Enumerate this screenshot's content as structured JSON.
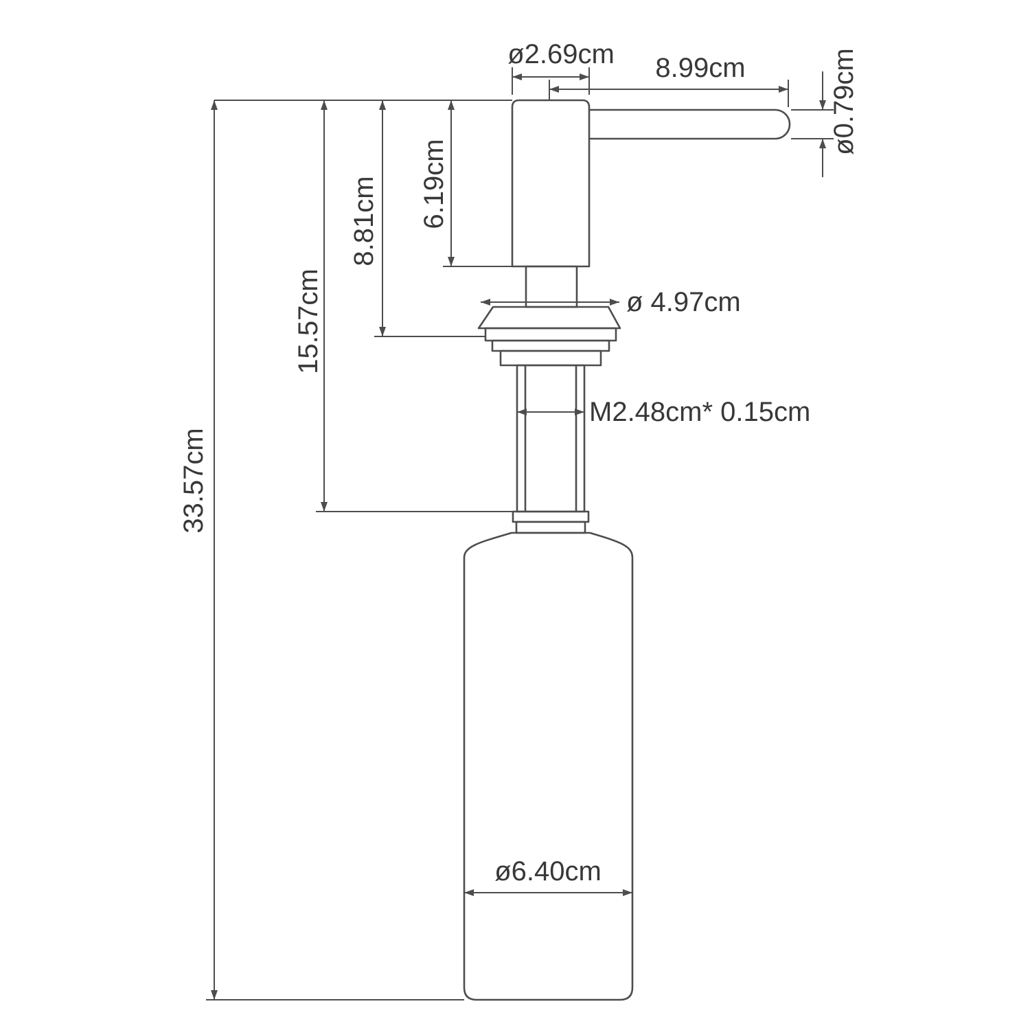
{
  "diagram": {
    "colors": {
      "line": "#4d4d4d",
      "text": "#383838",
      "background": "#ffffff"
    },
    "labels": {
      "head_diameter": "ø2.69cm",
      "spout_length": "8.99cm",
      "spout_diameter": "ø0.79cm",
      "head_height": "6.19cm",
      "upper_assembly_height": "8.81cm",
      "above_counter_height": "15.57cm",
      "total_height": "33.57cm",
      "flange_diameter": "ø 4.97cm",
      "thread_spec": "M2.48cm* 0.15cm",
      "bottle_diameter": "ø6.40cm"
    }
  }
}
